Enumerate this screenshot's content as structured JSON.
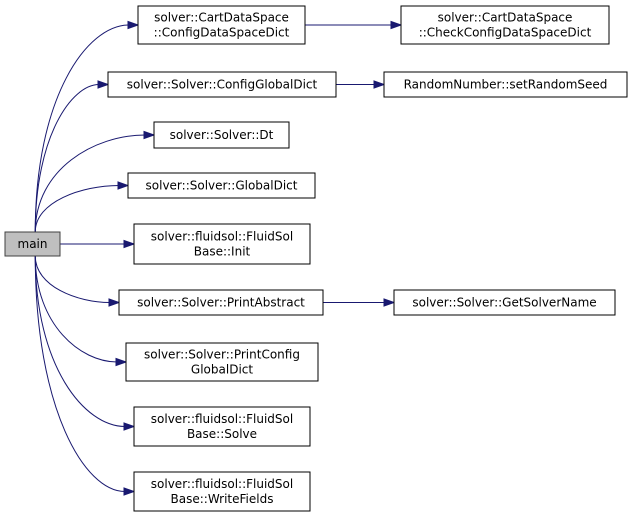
{
  "nodes": {
    "main": {
      "lines": [
        "main"
      ]
    },
    "cds_config": {
      "lines": [
        "solver::CartDataSpace",
        "::ConfigDataSpaceDict"
      ]
    },
    "cds_check": {
      "lines": [
        "solver::CartDataSpace",
        "::CheckConfigDataSpaceDict"
      ]
    },
    "solver_config_global": {
      "lines": [
        "solver::Solver::ConfigGlobalDict"
      ]
    },
    "random_seed": {
      "lines": [
        "RandomNumber::setRandomSeed"
      ]
    },
    "solver_dt": {
      "lines": [
        "solver::Solver::Dt"
      ]
    },
    "solver_global": {
      "lines": [
        "solver::Solver::GlobalDict"
      ]
    },
    "fluid_init": {
      "lines": [
        "solver::fluidsol::FluidSol",
        "Base::Init"
      ]
    },
    "solver_print_abstract": {
      "lines": [
        "solver::Solver::PrintAbstract"
      ]
    },
    "solver_get_name": {
      "lines": [
        "solver::Solver::GetSolverName"
      ]
    },
    "solver_print_config": {
      "lines": [
        "solver::Solver::PrintConfig",
        "GlobalDict"
      ]
    },
    "fluid_solve": {
      "lines": [
        "solver::fluidsol::FluidSol",
        "Base::Solve"
      ]
    },
    "fluid_write": {
      "lines": [
        "solver::fluidsol::FluidSol",
        "Base::WriteFields"
      ]
    }
  },
  "edges": [
    {
      "from": "main",
      "to": "cds_config"
    },
    {
      "from": "main",
      "to": "solver_config_global"
    },
    {
      "from": "main",
      "to": "solver_dt"
    },
    {
      "from": "main",
      "to": "solver_global"
    },
    {
      "from": "main",
      "to": "fluid_init"
    },
    {
      "from": "main",
      "to": "solver_print_abstract"
    },
    {
      "from": "main",
      "to": "solver_print_config"
    },
    {
      "from": "main",
      "to": "fluid_solve"
    },
    {
      "from": "main",
      "to": "fluid_write"
    },
    {
      "from": "cds_config",
      "to": "cds_check"
    },
    {
      "from": "solver_config_global",
      "to": "random_seed"
    },
    {
      "from": "solver_print_abstract",
      "to": "solver_get_name"
    }
  ],
  "colors": {
    "edge": "#191970",
    "root_fill": "#bfbfbf",
    "node_border": "#000000"
  }
}
